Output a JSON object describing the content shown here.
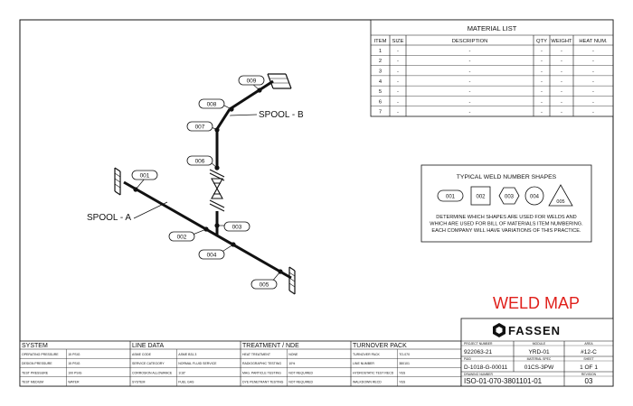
{
  "material_list": {
    "title": "MATERIAL LIST",
    "headers": [
      "ITEM",
      "SIZE",
      "DESCRIPTION",
      "QTY",
      "WEIGHT",
      "HEAT NUM."
    ],
    "rows": [
      [
        "1",
        "-",
        "-",
        "-",
        "-",
        "-"
      ],
      [
        "2",
        "-",
        "-",
        "-",
        "-",
        "-"
      ],
      [
        "3",
        "-",
        "-",
        "-",
        "-",
        "-"
      ],
      [
        "4",
        "-",
        "-",
        "-",
        "-",
        "-"
      ],
      [
        "5",
        "-",
        "-",
        "-",
        "-",
        "-"
      ],
      [
        "6",
        "-",
        "-",
        "-",
        "-",
        "-"
      ],
      [
        "7",
        "-",
        "-",
        "-",
        "-",
        "-"
      ]
    ]
  },
  "spools": {
    "a": "SPOOL - A",
    "b": "SPOOL - B"
  },
  "welds": [
    "001",
    "002",
    "003",
    "004",
    "005",
    "006",
    "007",
    "008",
    "009"
  ],
  "legend": {
    "title": "TYPICAL WELD NUMBER SHAPES",
    "shapes": [
      "001",
      "002",
      "003",
      "004",
      "005"
    ],
    "lines": [
      "DETERMINE WHICH SHAPES ARE USED FOR WELDS AND",
      "WHICH ARE USED FOR BILL OF MATERIALS ITEM NUMBERING.",
      "EACH COMPANY WILL HAVE VARIATIONS OF THIS PRACTICE."
    ]
  },
  "weld_map_title": "WELD MAP",
  "weld_map_color": "#e0201b",
  "brand": "FASSEN",
  "title_block": {
    "labels": [
      "PROJECT NUMBER",
      "MODULE",
      "AREA",
      "P&ID",
      "MATERIAL SPEC",
      "SHEET",
      "DRAWING NUMBER",
      "REVISION"
    ],
    "project_number": "922063-21",
    "module": "YRD-01",
    "area": "#12-C",
    "pid": "D-1018-G-00011",
    "material_spec": "01CS-3PW",
    "sheet": "1 OF 1",
    "drawing_number": "ISO-01-070-3801101-01",
    "revision": "03"
  },
  "info_table": {
    "sections": [
      {
        "title": "SYSTEM",
        "rows": [
          [
            "OPERATING PRESSURE",
            "15 PSIG"
          ],
          [
            "DESIGN PRESSURE",
            "15 PSIG"
          ],
          [
            "TEST PRESSURE",
            "100 PSIG"
          ],
          [
            "TEST MEDIUM",
            "WATER"
          ]
        ]
      },
      {
        "title": "LINE DATA",
        "rows": [
          [
            "ASME CODE",
            "ASME B31.3"
          ],
          [
            "SERVICE CATEGORY",
            "NORMAL FLUID SERVICE"
          ],
          [
            "CORROSION ALLOWANCE",
            "1/16\""
          ],
          [
            "SYSTEM",
            "FUEL GAS"
          ]
        ]
      },
      {
        "title": "TREATMENT / NDE",
        "rows": [
          [
            "HEAT TREATMENT",
            "NONE"
          ],
          [
            "RADIOGRAPHIC TESTING",
            "10%"
          ],
          [
            "MAG. PARTICLE TESTING",
            "NOT REQUIRED"
          ],
          [
            "DYE PENETRANT TESTING",
            "NOT REQUIRED"
          ]
        ]
      },
      {
        "title": "TURNOVER PACK",
        "rows": [
          [
            "TURNOVER PACK",
            "TO-070"
          ],
          [
            "LINE NUMBER",
            "380101"
          ],
          [
            "HYDROSTATIC TEST RECD",
            "YES"
          ],
          [
            "WALKDOWN RECD",
            "YES"
          ]
        ]
      }
    ]
  }
}
